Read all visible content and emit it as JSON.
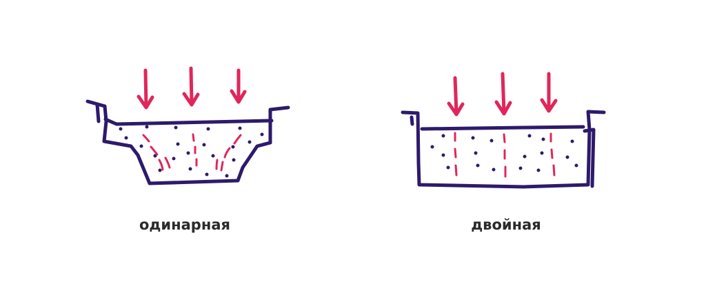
{
  "diagrams": [
    {
      "id": "single",
      "caption": "одинарная"
    },
    {
      "id": "double",
      "caption": "двойная"
    }
  ],
  "colors": {
    "outline": "#2e1a6b",
    "arrow": "#e0265a",
    "dots": "#2e1a6b",
    "caption": "#2a2a2a"
  }
}
